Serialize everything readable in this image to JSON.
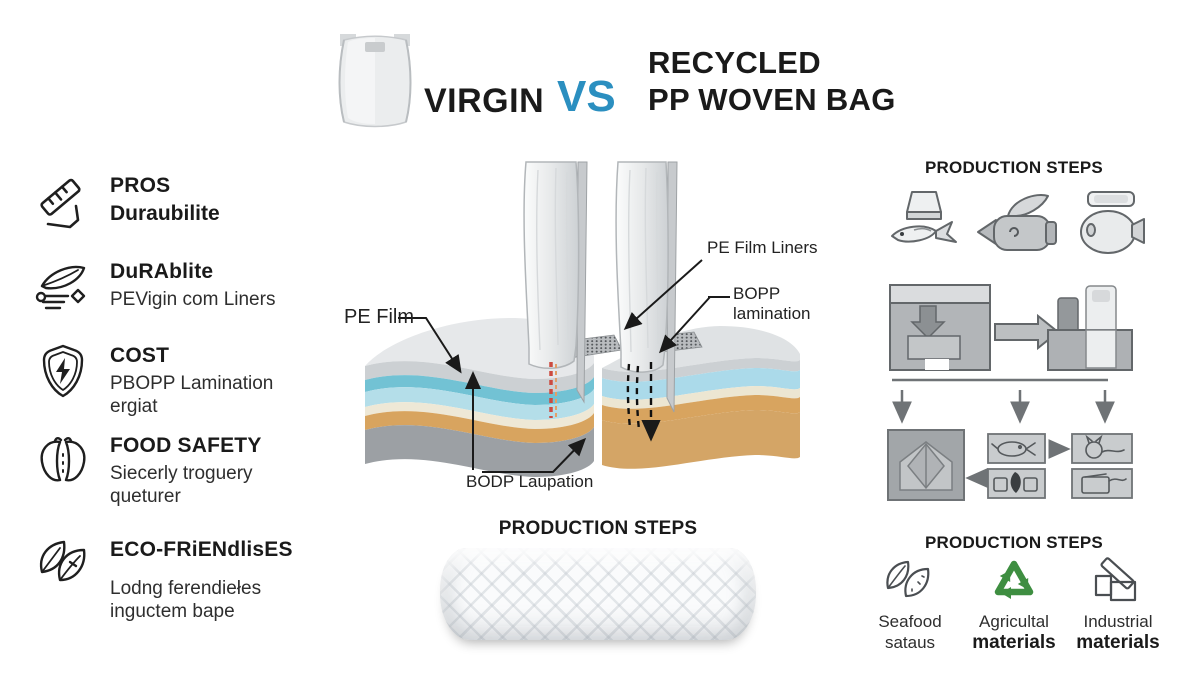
{
  "header": {
    "virgin": "VIRGIN",
    "vs": "VS",
    "recycled_line1": "RECYCLED",
    "recycled_line2": "PP WOVEN BAG"
  },
  "colors": {
    "vs_blue": "#2b8fc0",
    "recycle_green": "#3e8e41",
    "layer_teal": "#72c2d4",
    "layer_lightblue": "#b4dee9",
    "layer_tan": "#d8a45f",
    "layer_gray": "#9ca0a4"
  },
  "sidebar": {
    "items": [
      {
        "icon": "ruler-icon",
        "title": "PROS",
        "subtitle": "Duraubilite"
      },
      {
        "icon": "feather-icon",
        "title": "DuRAblite",
        "subtitle": "PEVigin com Liners"
      },
      {
        "icon": "shield-bolt-icon",
        "title": "COST",
        "subtitle": "PBOPP Lamination ergiat"
      },
      {
        "icon": "bean-icon",
        "title": "FOOD SAFETY",
        "subtitle": "Siecerly troguery queturer"
      },
      {
        "icon": "leaves-icon",
        "title": "ECO-FRiENdlisES",
        "subtitle": "Lodng ferendiełes inguctem bape"
      }
    ]
  },
  "diagram": {
    "labels": {
      "pe_film": "PE Film",
      "pe_film_liners": "PE Film Liners",
      "bopp_line1": "BOPP",
      "bopp_line2": "lamination",
      "bodp": "BODP Laupation"
    },
    "center_title": "PRODUCTION STEPS"
  },
  "right_panel": {
    "top_title": "PRODUCTION STEPS",
    "bottom_title": "PRODUCTION STEPS",
    "materials": [
      {
        "icon": "leaves-icon",
        "line1": "Seafood",
        "line2": "sataus"
      },
      {
        "icon": "recycle-icon",
        "line1": "Agricultal",
        "line2": "materials"
      },
      {
        "icon": "industrial-ruler-icon",
        "line1": "Industrial",
        "line2": "materials"
      }
    ]
  }
}
